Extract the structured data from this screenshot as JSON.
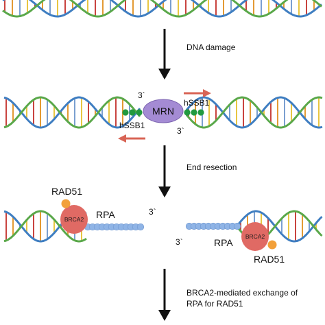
{
  "steps": [
    {
      "label": "DNA damage"
    },
    {
      "label": "End resection"
    },
    {
      "label_line1": "BRCA2-mediated exchange of",
      "label_line2": "RPA for RAD51"
    }
  ],
  "proteins": {
    "mrn": "MRN",
    "hssb1": "hSSB1",
    "rad51": "RAD51",
    "brca2": "BRCA2",
    "rpa": "RPA"
  },
  "strand_end": "3`",
  "colors": {
    "backbone_a": "#3f7ec1",
    "backbone_b": "#5aa84a",
    "rungs": [
      "#c9433f",
      "#e39a34",
      "#7a9fd0",
      "#e8c642"
    ],
    "mrn_fill": "#a48bd4",
    "hssb1_fill": "#219a3f",
    "brca2_fill": "#e06a64",
    "rad51_fill": "#f2a03a",
    "rpa_fill": "#8fb4e6",
    "arrow_red": "#d86455",
    "arrow_black": "#111111"
  }
}
